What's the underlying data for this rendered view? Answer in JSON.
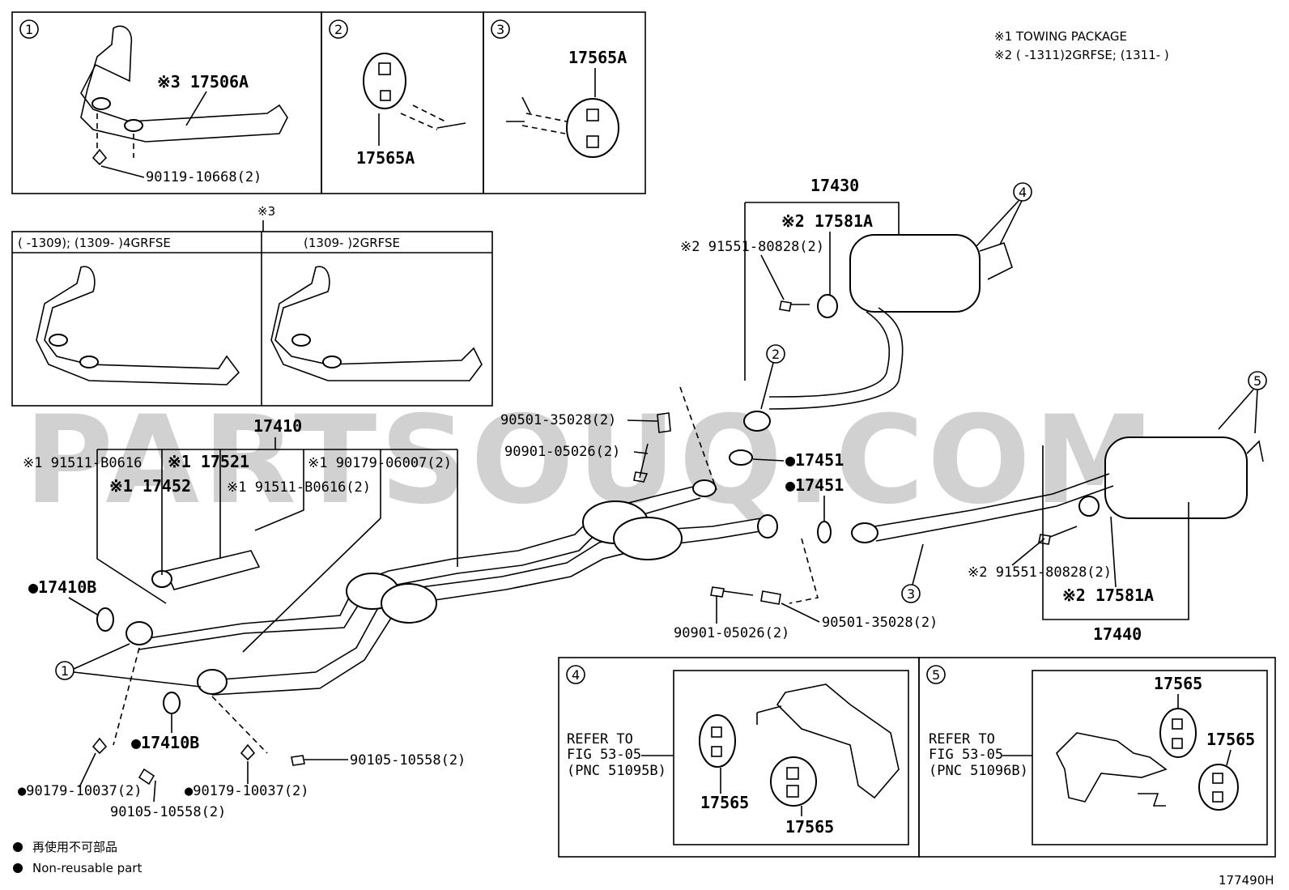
{
  "notes": {
    "n1": "※1  TOWING PACKAGE",
    "n2": "※2 (      -1311)2GRFSE; (1311-      )"
  },
  "boxes": {
    "b1": {
      "num": "1",
      "p1": "※3 17506A",
      "p2": "90119-10668(2)"
    },
    "b2": {
      "num": "2",
      "p1": "17565A"
    },
    "b3": {
      "num": "3",
      "p1": "17565A"
    },
    "v3": {
      "mark": "※3",
      "left": "(      -1309); (1309-      )4GRFSE",
      "right": "(1309-      )2GRFSE"
    },
    "b4": {
      "num": "4",
      "refer": "REFER TO",
      "fig": "FIG 53-05",
      "pnc": "(PNC 51095B)",
      "p1": "17565",
      "p2": "17565"
    },
    "b5": {
      "num": "5",
      "refer": "REFER TO",
      "fig": "FIG 53-05",
      "pnc": "(PNC 51096B)",
      "p1": "17565",
      "p2": "17565"
    }
  },
  "labels": {
    "l17430": "17430",
    "l17581a_top": "※2 17581A",
    "l91551_top": "※2 91551-80828(2)",
    "c4": "4",
    "c2": "2",
    "c5": "5",
    "c3": "3",
    "c1": "1",
    "l90501_top": "90501-35028(2)",
    "l90901_top": "90901-05026(2)",
    "l17451a": "●17451",
    "l17451b": "●17451",
    "l17410": "17410",
    "l91511a": "※1 91511-B0616",
    "l17521": "※1 17521",
    "l90179_06007": "※1 90179-06007(2)",
    "l17452": "※1 17452",
    "l91511b": "※1 91511-B0616(2)",
    "l17410b_top": "●17410B",
    "l17410b_bot": "●17410B",
    "l90901_bot": "90901-05026(2)",
    "l90501_bot": "90501-35028(2)",
    "l91551_bot": "※2 91551-80828(2)",
    "l17581a_bot": "※2 17581A",
    "l17440": "17440",
    "l90105_right": "90105-10558(2)",
    "l90179_10037a": "●90179-10037(2)",
    "l90179_10037b": "●90179-10037(2)",
    "l90105_bot": "90105-10558(2)"
  },
  "legend": {
    "jp": "再使用不可部品",
    "en": "Non-reusable part"
  },
  "figure_id": "177490H",
  "watermark": "PARTSOUQ.COM"
}
